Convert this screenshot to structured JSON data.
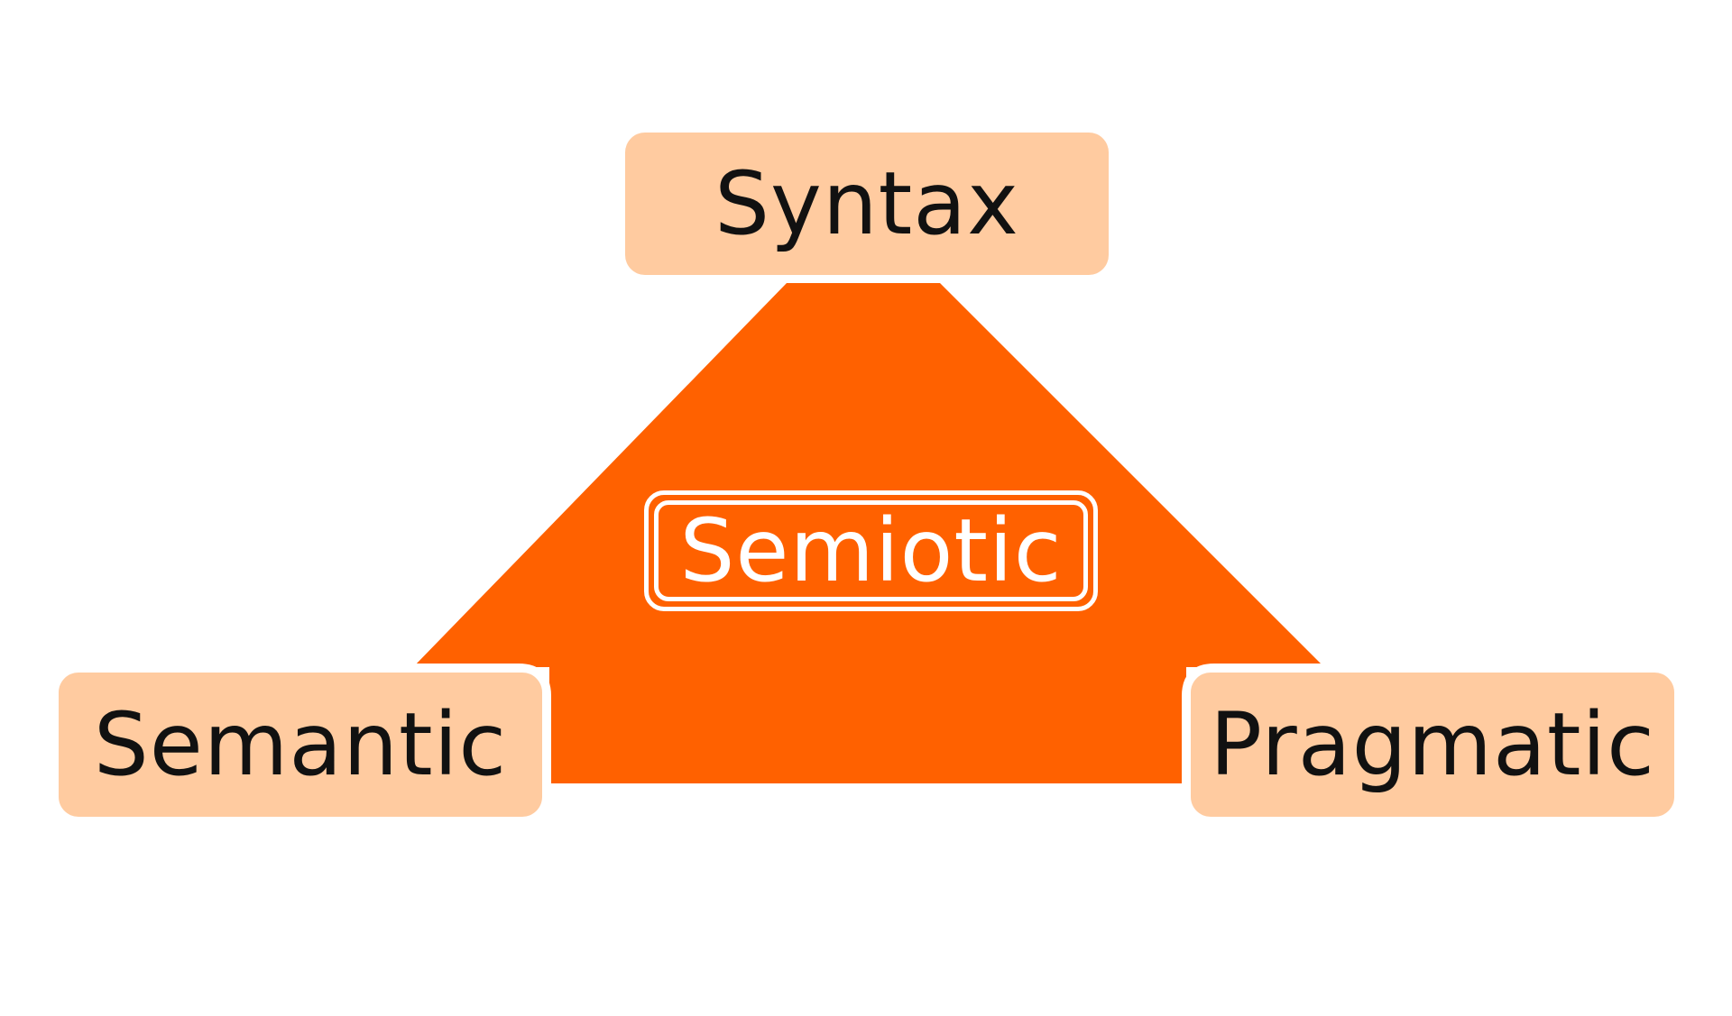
{
  "colors": {
    "triangle_fill": "#FF6100",
    "node_fill": "#FFCBA0",
    "node_text": "#111111",
    "center_text": "#FFFFFF",
    "background": "#FFFFFF"
  },
  "center": {
    "label": "Semiotic"
  },
  "nodes": {
    "top": {
      "label": "Syntax"
    },
    "left": {
      "label": "Semantic"
    },
    "right": {
      "label": "Pragmatic"
    }
  }
}
